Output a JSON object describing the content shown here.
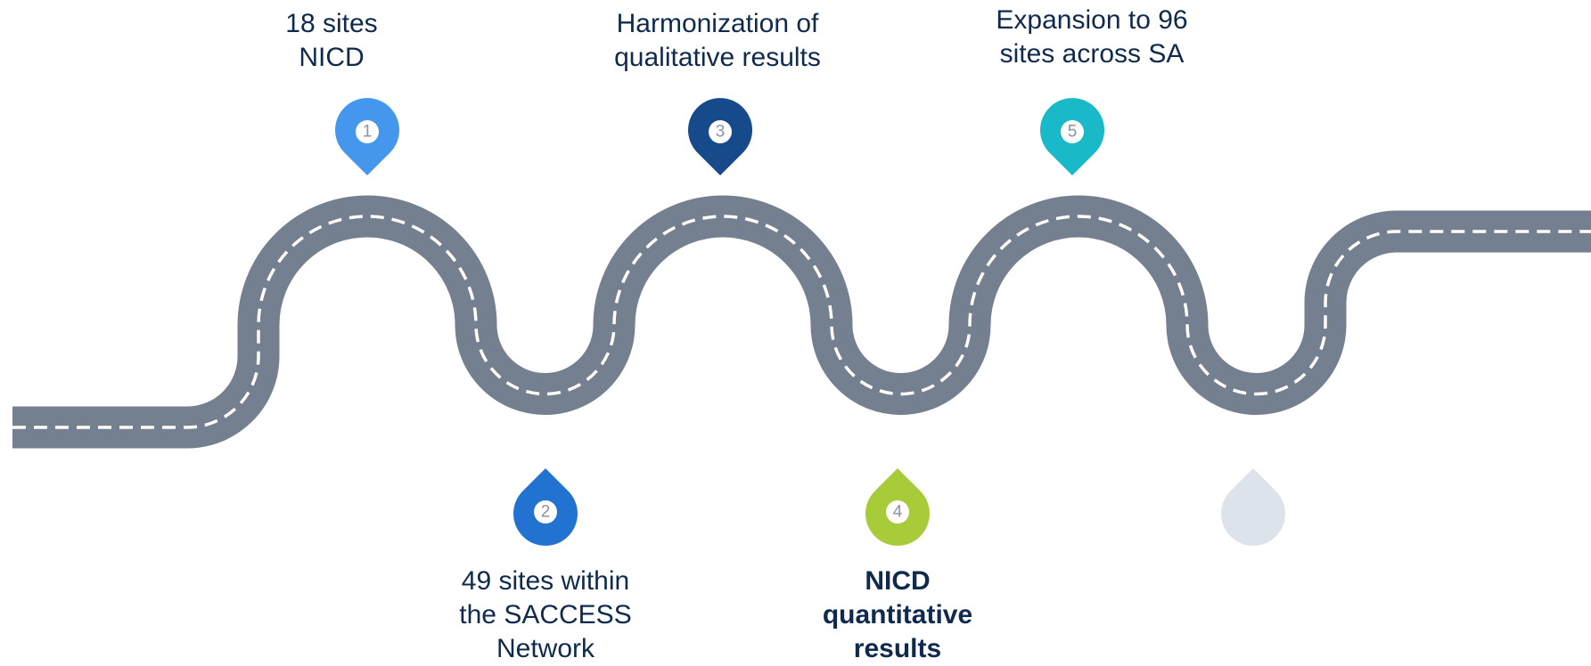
{
  "milestones": [
    {
      "number": "1",
      "lines": [
        "18 sites",
        "NICD"
      ],
      "color": "#4497ec",
      "icon": "map-pin-icon"
    },
    {
      "number": "2",
      "lines": [
        "49 sites within",
        "the SACCESS",
        "Network"
      ],
      "color": "#2272d2",
      "icon": "map-pin-icon"
    },
    {
      "number": "3",
      "lines": [
        "Harmonization of",
        "qualitative results"
      ],
      "color": "#174a8a",
      "icon": "map-pin-icon"
    },
    {
      "number": "4",
      "lines": [
        "NICD",
        "quantitative",
        "results"
      ],
      "color": "#a8cb3a",
      "icon": "map-pin-icon"
    },
    {
      "number": "5",
      "lines": [
        "Expansion to 96",
        "sites across SA"
      ],
      "color": "#19b9c9",
      "icon": "map-pin-icon"
    },
    {
      "number": "",
      "lines": [],
      "color": "#dde3ea",
      "icon": "map-pin-icon"
    }
  ],
  "road": {
    "color": "#74808f",
    "dash_color": "#ffffff"
  }
}
